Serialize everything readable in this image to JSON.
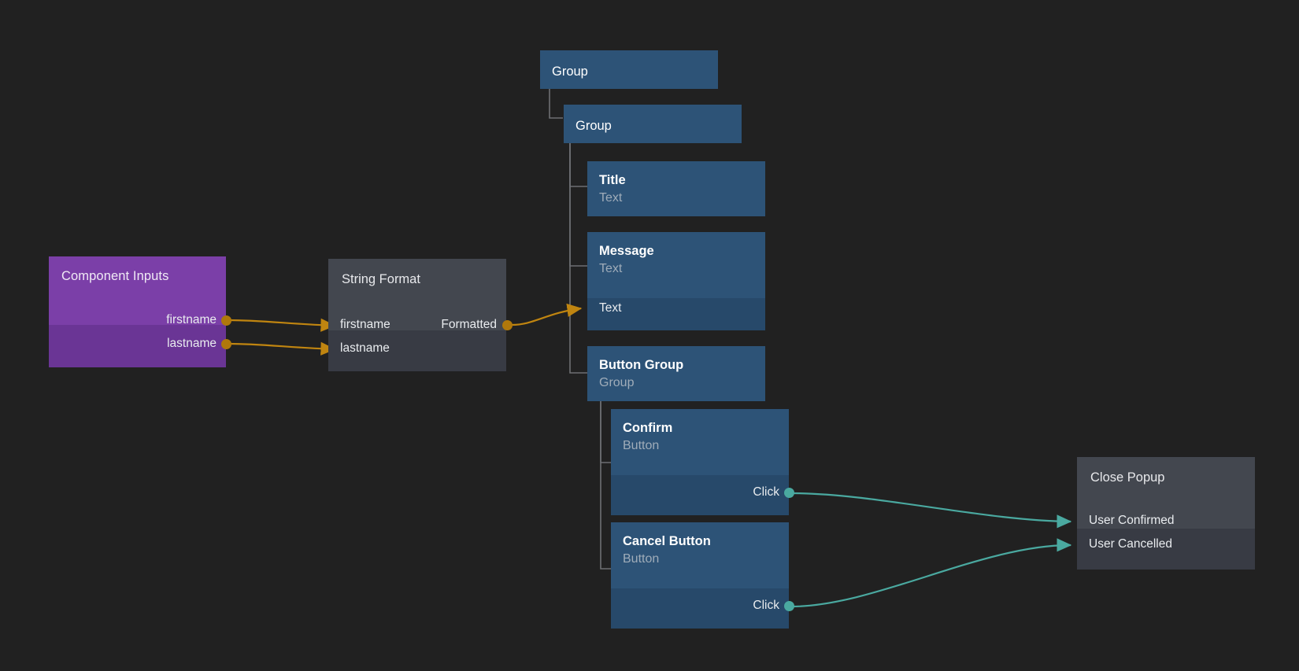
{
  "canvas": {
    "background": "#212121",
    "wire_colors": {
      "data": "#c08510",
      "event": "#4aa9a0"
    },
    "tree_connector_color": "#6d6f73"
  },
  "nodes": {
    "component_inputs": {
      "title": "Component Inputs",
      "header_color": "#7b3fa8",
      "body_color": "#6a3595",
      "outputs": [
        {
          "label": "firstname"
        },
        {
          "label": "lastname"
        }
      ]
    },
    "string_format": {
      "title": "String Format",
      "header_color": "#43474f",
      "body_color": "#383b44",
      "inputs": [
        {
          "label": "firstname"
        },
        {
          "label": "lastname"
        }
      ],
      "outputs": [
        {
          "label": "Formatted"
        }
      ]
    },
    "group_outer": {
      "title": "Group",
      "subtitle": "",
      "header_color": "#2d5377"
    },
    "group_inner": {
      "title": "Group",
      "subtitle": "",
      "header_color": "#2d5377"
    },
    "title_node": {
      "title": "Title",
      "subtitle": "Text"
    },
    "message_node": {
      "title": "Message",
      "subtitle": "Text",
      "inputs": [
        {
          "label": "Text"
        }
      ]
    },
    "button_group": {
      "title": "Button Group",
      "subtitle": "Group"
    },
    "confirm": {
      "title": "Confirm",
      "subtitle": "Button",
      "outputs": [
        {
          "label": "Click"
        }
      ]
    },
    "cancel_button": {
      "title": "Cancel Button",
      "subtitle": "Button",
      "outputs": [
        {
          "label": "Click"
        }
      ]
    },
    "close_popup": {
      "title": "Close Popup",
      "header_color": "#43474f",
      "body_color": "#383b44",
      "inputs": [
        {
          "label": "User Confirmed"
        },
        {
          "label": "User Cancelled"
        }
      ]
    }
  }
}
